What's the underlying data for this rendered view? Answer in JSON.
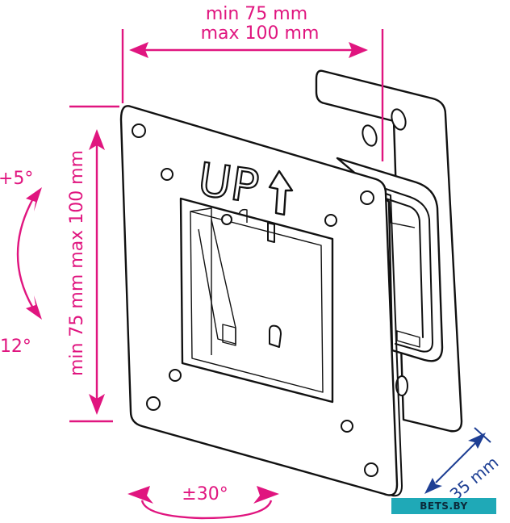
{
  "labels": {
    "width_min": "min 75 mm",
    "width_max": "max 100 mm",
    "height_range": "min 75 mm max 100 mm",
    "tilt_up": "+5°",
    "tilt_down": "-12°",
    "swivel": "±30°",
    "wall_distance": "35 mm"
  },
  "plate_logo": {
    "text": "UP",
    "arrow_icon": "up-arrow-icon"
  },
  "watermark": "BETS.BY",
  "colors": {
    "dimension": "#e0157f",
    "depth": "#1e3f94",
    "outline": "#111111",
    "watermark_bg": "#1fa9b7"
  }
}
